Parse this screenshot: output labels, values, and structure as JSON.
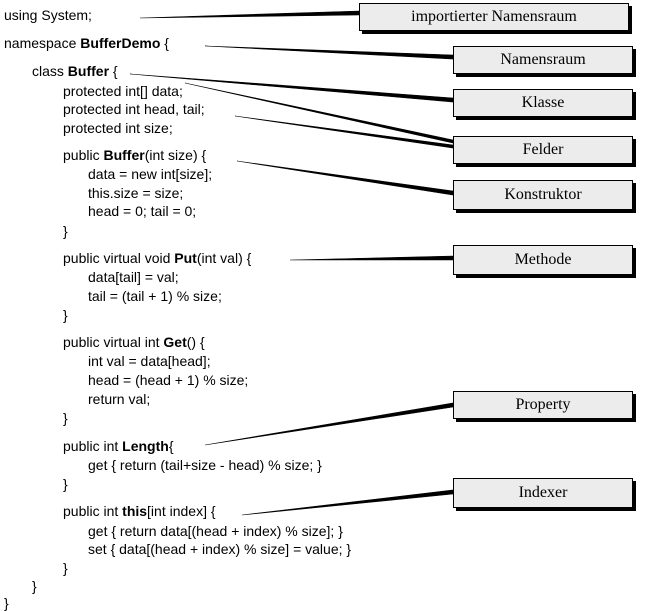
{
  "code_lines": [
    {
      "pre": "using System;",
      "bold": "",
      "post": ""
    },
    {
      "pre": "namespace ",
      "bold": "BufferDemo",
      "post": " {"
    },
    {
      "pre": "class ",
      "bold": "Buffer",
      "post": " {"
    },
    {
      "pre": "protected int[] data;",
      "bold": "",
      "post": ""
    },
    {
      "pre": "protected int head, tail;",
      "bold": "",
      "post": ""
    },
    {
      "pre": "protected int size;",
      "bold": "",
      "post": ""
    },
    {
      "pre": "public ",
      "bold": "Buffer",
      "post": "(int size) {"
    },
    {
      "pre": "data = new int[size];",
      "bold": "",
      "post": ""
    },
    {
      "pre": "this.size = size;",
      "bold": "",
      "post": ""
    },
    {
      "pre": "head = 0; tail = 0;",
      "bold": "",
      "post": ""
    },
    {
      "pre": "}",
      "bold": "",
      "post": ""
    },
    {
      "pre": "public virtual void ",
      "bold": "Put",
      "post": "(int val) {"
    },
    {
      "pre": "data[tail] = val;",
      "bold": "",
      "post": ""
    },
    {
      "pre": "tail = (tail + 1) % size;",
      "bold": "",
      "post": ""
    },
    {
      "pre": "}",
      "bold": "",
      "post": ""
    },
    {
      "pre": "public virtual int ",
      "bold": "Get",
      "post": "() {"
    },
    {
      "pre": "int val = data[head];",
      "bold": "",
      "post": ""
    },
    {
      "pre": "head = (head + 1) % size;",
      "bold": "",
      "post": ""
    },
    {
      "pre": "return val;",
      "bold": "",
      "post": ""
    },
    {
      "pre": "}",
      "bold": "",
      "post": ""
    },
    {
      "pre": "public int ",
      "bold": "Length",
      "post": "{"
    },
    {
      "pre": "get { return (tail+size - head) % size; }",
      "bold": "",
      "post": ""
    },
    {
      "pre": "}",
      "bold": "",
      "post": ""
    },
    {
      "pre": "public int ",
      "bold": "this",
      "post": "[int index] {"
    },
    {
      "pre": "get { return data[(head + index) % size]; }",
      "bold": "",
      "post": ""
    },
    {
      "pre": "set { data[(head + index) % size] = value; }",
      "bold": "",
      "post": ""
    },
    {
      "pre": "}",
      "bold": "",
      "post": ""
    },
    {
      "pre": "}",
      "bold": "",
      "post": ""
    },
    {
      "pre": "}",
      "bold": "",
      "post": ""
    }
  ],
  "labels": [
    "importierter Namensraum",
    "Namensraum",
    "Klasse",
    "Felder",
    "Konstruktor",
    "Methode",
    "Property",
    "Indexer"
  ],
  "colors": {
    "box_fill": "#ececec",
    "ink": "#000000"
  }
}
